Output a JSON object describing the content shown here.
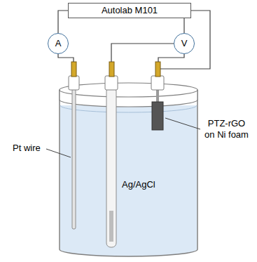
{
  "diagram": {
    "nodes": [
      {
        "text": [
          "Autolab M101"
        ]
      },
      {
        "text": [
          "A"
        ]
      },
      {
        "text": [
          "V"
        ]
      }
    ],
    "edges": [
      {
        "from": 0,
        "to": 1,
        "arrow": "none"
      },
      {
        "from": 0,
        "to": 2,
        "arrow": "none"
      }
    ],
    "labels": [
      "Pt wire",
      "PTZ-rGO on Ni foam",
      "Ag/AgCl"
    ]
  }
}
